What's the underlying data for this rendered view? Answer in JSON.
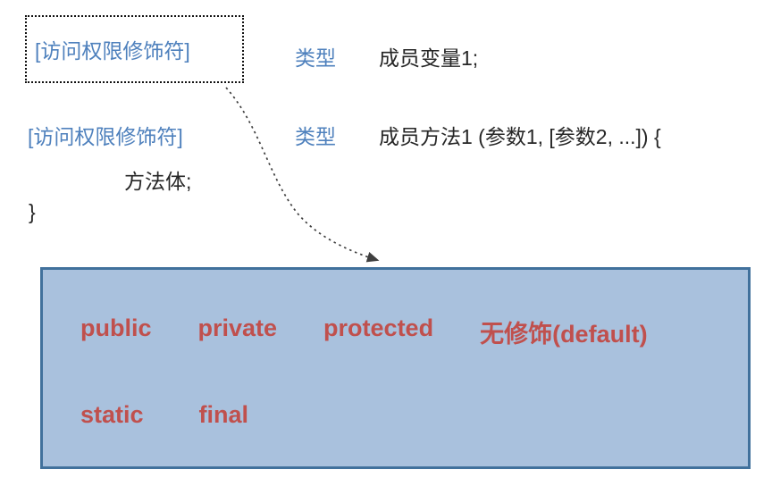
{
  "colors": {
    "accent_blue": "#4f81bd",
    "accent_red": "#c0504d",
    "panel_fill": "#a9c1dd",
    "panel_border": "#41719c",
    "code_text": "#262626"
  },
  "code": {
    "line1": {
      "modifier": "[访问权限修饰符]",
      "type": "类型",
      "member": "成员变量1;"
    },
    "line2": {
      "modifier": "[访问权限修饰符]",
      "type": "类型",
      "member": "成员方法1 (参数1, [参数2, ...]) {"
    },
    "line3": "方法体;",
    "line4": "}"
  },
  "modifiers_box": {
    "row1": [
      "public",
      "private",
      "protected",
      "无修饰(default)"
    ],
    "row2": [
      "static",
      "final"
    ]
  }
}
